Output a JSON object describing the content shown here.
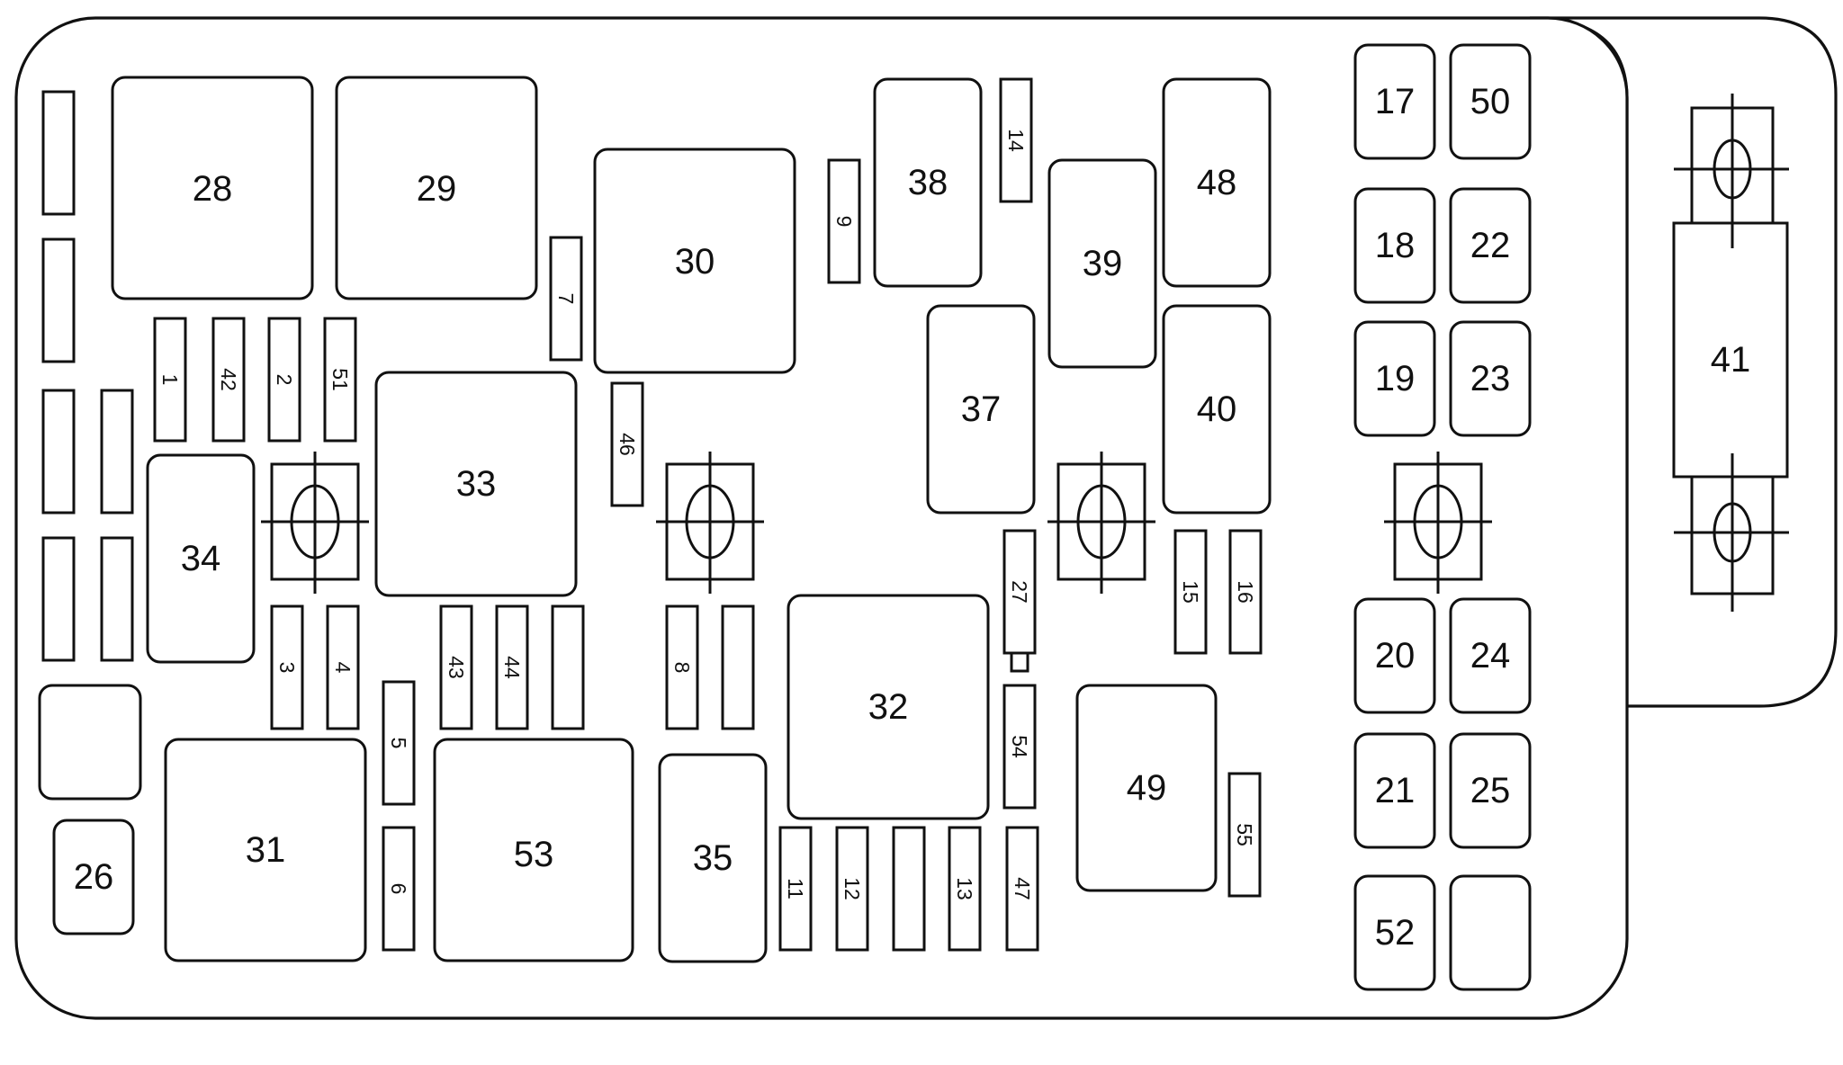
{
  "diagram": {
    "components": [
      {
        "id": "c28",
        "label": "28"
      },
      {
        "id": "c29",
        "label": "29"
      },
      {
        "id": "c30",
        "label": "30"
      },
      {
        "id": "c31",
        "label": "31"
      },
      {
        "id": "c32",
        "label": "32"
      },
      {
        "id": "c33",
        "label": "33"
      },
      {
        "id": "c34",
        "label": "34"
      },
      {
        "id": "c35",
        "label": "35"
      },
      {
        "id": "c37",
        "label": "37"
      },
      {
        "id": "c38",
        "label": "38"
      },
      {
        "id": "c39",
        "label": "39"
      },
      {
        "id": "c40",
        "label": "40"
      },
      {
        "id": "c41",
        "label": "41"
      },
      {
        "id": "c48",
        "label": "48"
      },
      {
        "id": "c49",
        "label": "49"
      },
      {
        "id": "c53",
        "label": "53"
      },
      {
        "id": "c26",
        "label": "26"
      },
      {
        "id": "c17",
        "label": "17"
      },
      {
        "id": "c50",
        "label": "50"
      },
      {
        "id": "c18",
        "label": "18"
      },
      {
        "id": "c22",
        "label": "22"
      },
      {
        "id": "c19",
        "label": "19"
      },
      {
        "id": "c23",
        "label": "23"
      },
      {
        "id": "c20",
        "label": "20"
      },
      {
        "id": "c24",
        "label": "24"
      },
      {
        "id": "c21",
        "label": "21"
      },
      {
        "id": "c25",
        "label": "25"
      },
      {
        "id": "c52",
        "label": "52"
      }
    ],
    "fuses": [
      {
        "id": "f1",
        "label": "1"
      },
      {
        "id": "f42",
        "label": "42"
      },
      {
        "id": "f2",
        "label": "2"
      },
      {
        "id": "f51",
        "label": "51"
      },
      {
        "id": "f7",
        "label": "7"
      },
      {
        "id": "f9",
        "label": "9"
      },
      {
        "id": "f14",
        "label": "14"
      },
      {
        "id": "f46",
        "label": "46"
      },
      {
        "id": "f3",
        "label": "3"
      },
      {
        "id": "f4",
        "label": "4"
      },
      {
        "id": "f43",
        "label": "43"
      },
      {
        "id": "f44",
        "label": "44"
      },
      {
        "id": "f8",
        "label": "8"
      },
      {
        "id": "f5",
        "label": "5"
      },
      {
        "id": "f6",
        "label": "6"
      },
      {
        "id": "f27",
        "label": "27"
      },
      {
        "id": "f54",
        "label": "54"
      },
      {
        "id": "f15",
        "label": "15"
      },
      {
        "id": "f16",
        "label": "16"
      },
      {
        "id": "f11",
        "label": "11"
      },
      {
        "id": "f12",
        "label": "12"
      },
      {
        "id": "f13",
        "label": "13"
      },
      {
        "id": "f47",
        "label": "47"
      },
      {
        "id": "f55",
        "label": "55"
      }
    ]
  }
}
